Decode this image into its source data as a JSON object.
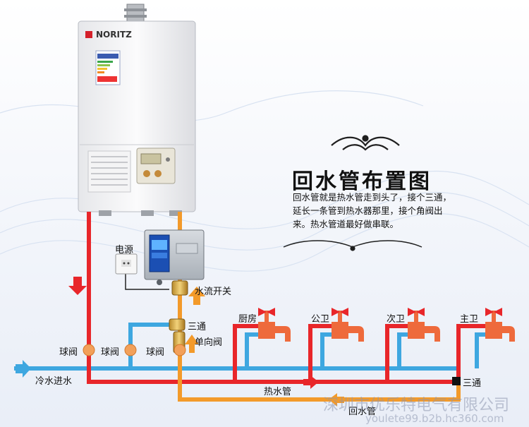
{
  "brand": "NORITZ",
  "title": "回水管布置图",
  "description": "回水管就是热水管走到头了，接个三通，延长一条管到热水器那里，接个角阀出来。热水管道最好做串联。",
  "labels": {
    "power": "电源",
    "flow_switch": "水流开关",
    "tee_left": "三通",
    "check_valve": "单向阀",
    "ball_valve_1": "球阀",
    "ball_valve_2": "球阀",
    "ball_valve_3": "球阀",
    "cold_in": "冷水进水",
    "hot_pipe": "热水管",
    "return_pipe": "回水管",
    "tee_right": "三通",
    "kitchen": "厨房",
    "public_bath": "公卫",
    "second_bath": "次卫",
    "master_bath": "主卫"
  },
  "watermark": {
    "company": "深圳市优乐特电气有限公司",
    "site": "youlete99.b2b.hc360.com"
  },
  "colors": {
    "hot": "#e8262a",
    "cold": "#3ea7e0",
    "return": "#f39a2a",
    "valve": "#f2a05a",
    "faucet": "#ee6a3c"
  }
}
